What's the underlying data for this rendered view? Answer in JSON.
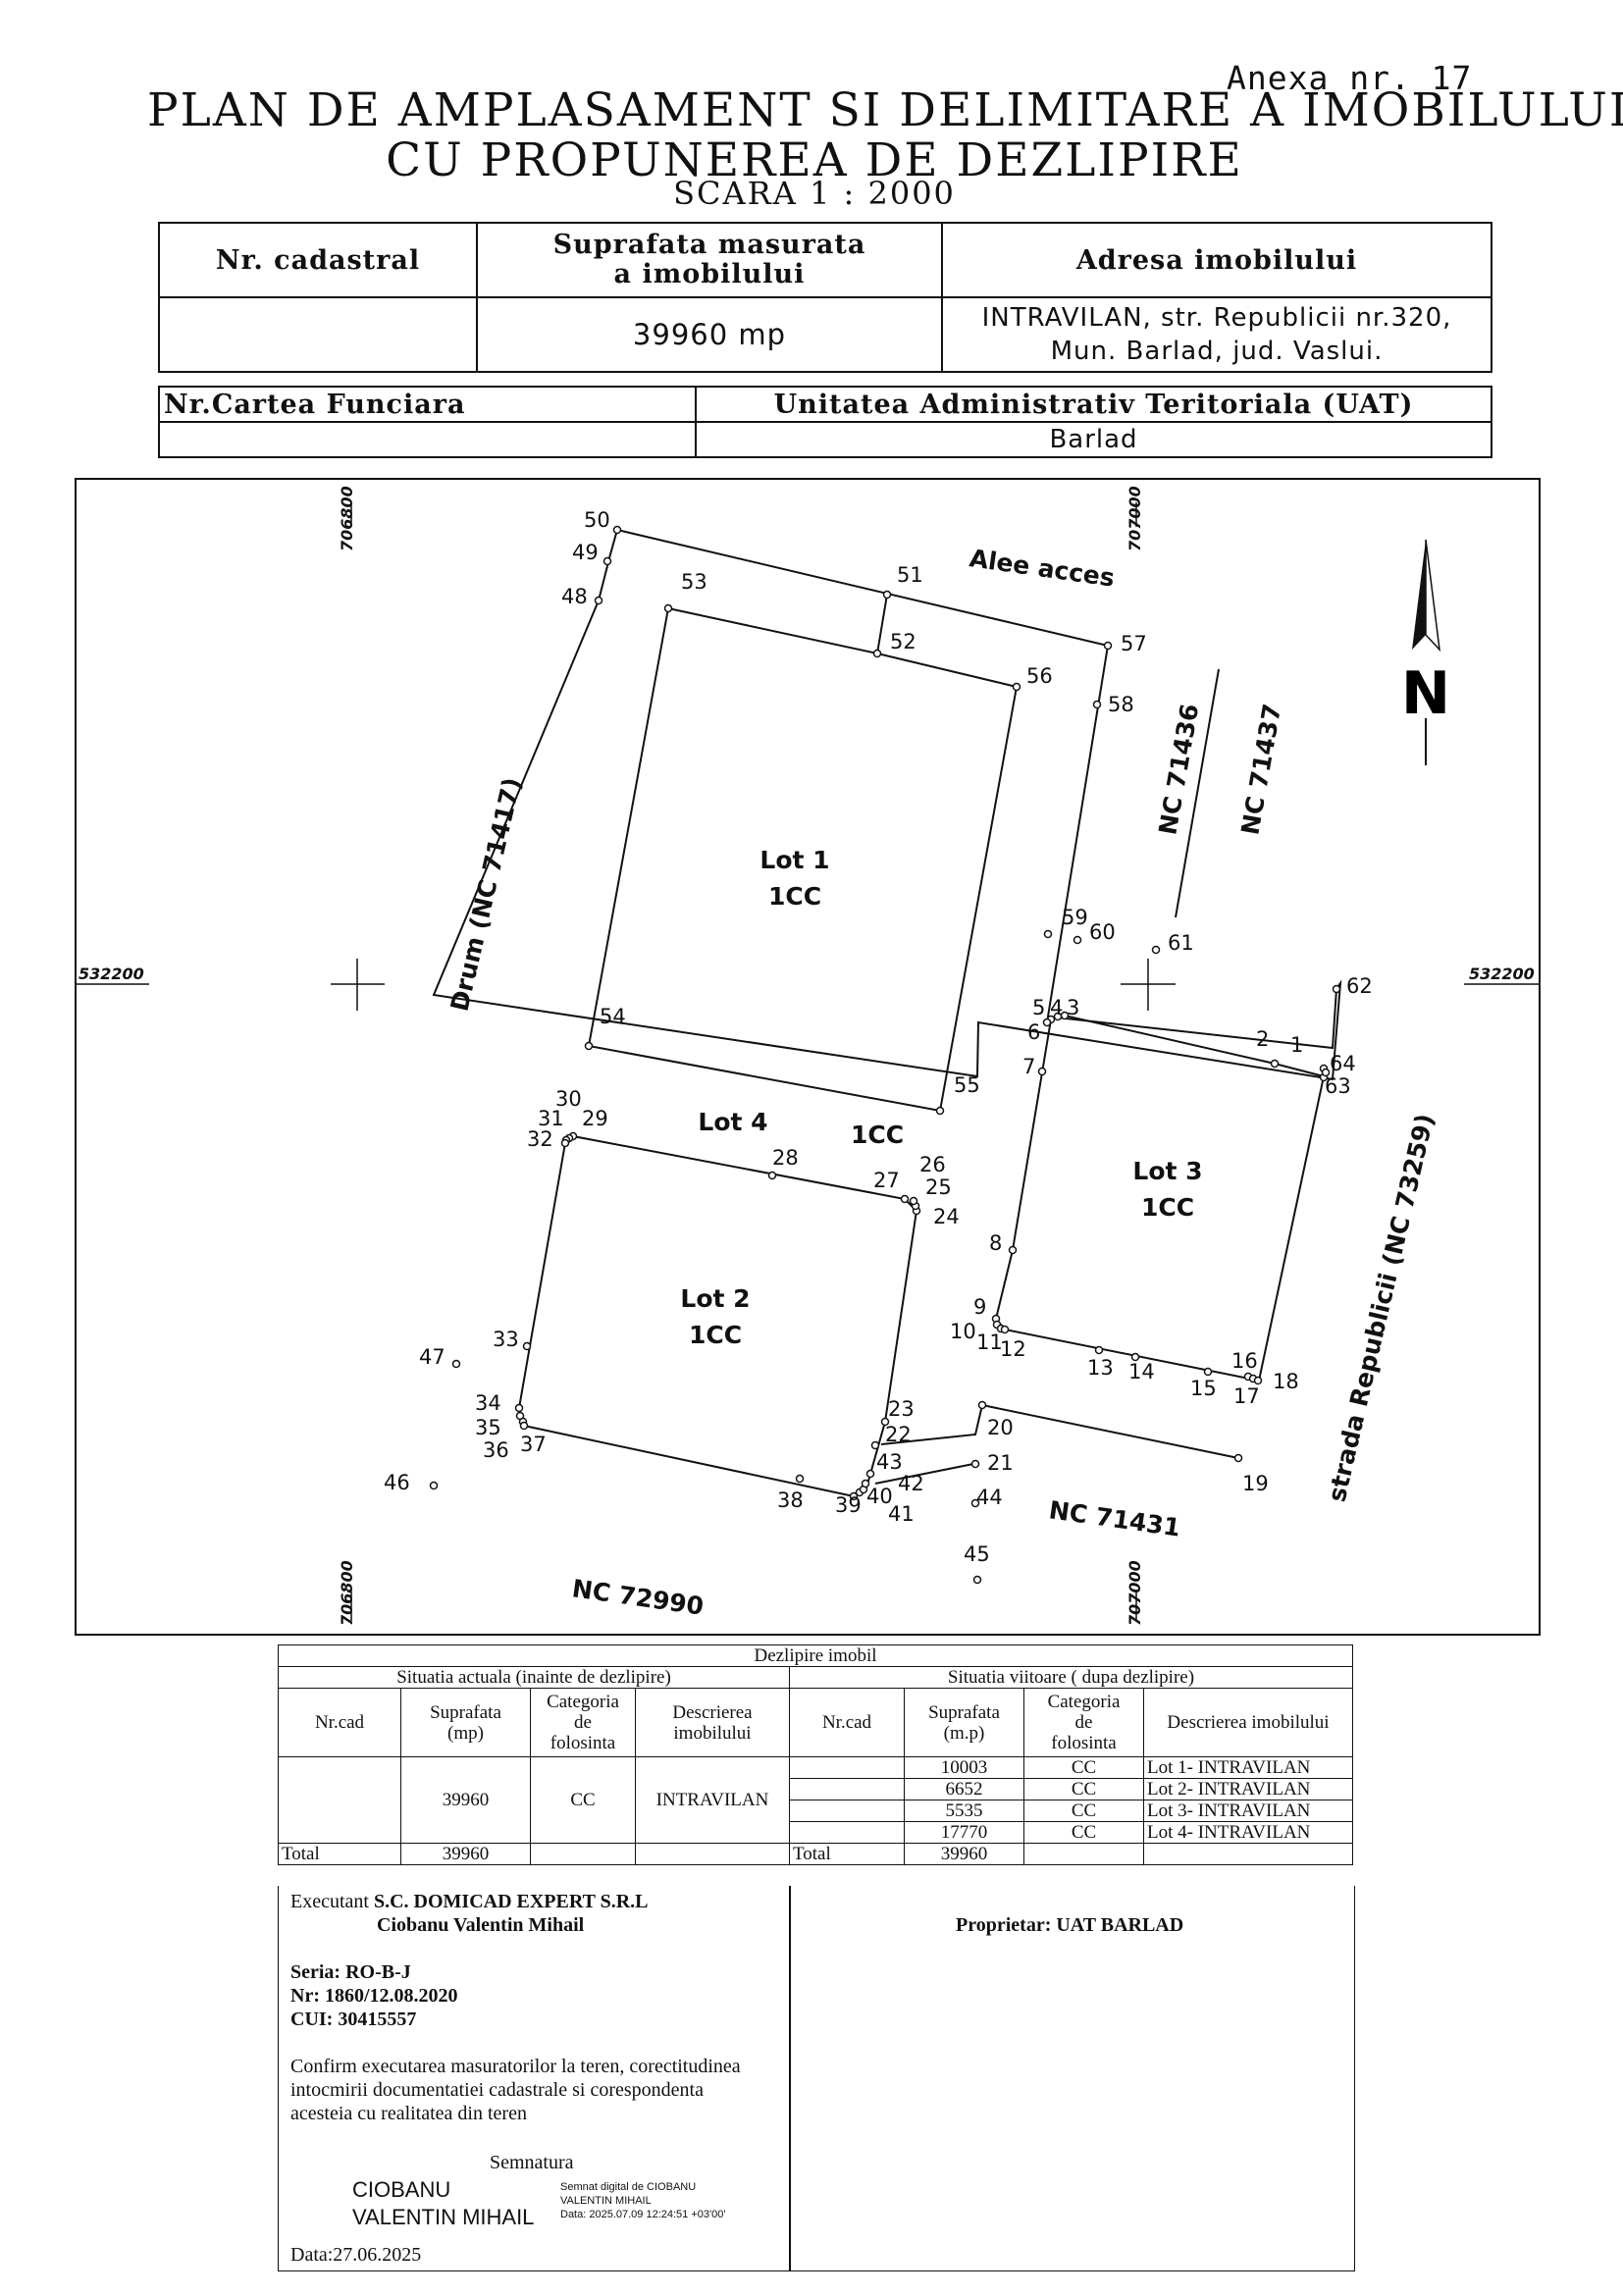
{
  "header": {
    "anexa": "Anexa nr. 17",
    "title_line1": "PLAN DE AMPLASAMENT SI DELIMITARE A IMOBILULUI",
    "title_line2": "CU PROPUNEREA DE DEZLIPIRE",
    "scale": "SCARA 1 : 2000"
  },
  "info": {
    "col1_header": "Nr. cadastral",
    "col2_header_l1": "Suprafata masurata",
    "col2_header_l2": "a imobilului",
    "col3_header": "Adresa imobilului",
    "nr_cadastral": "",
    "suprafata": "39960 mp",
    "adresa_l1": "INTRAVILAN, str. Republicii nr.320,",
    "adresa_l2": "Mun. Barlad, jud. Vaslui.",
    "cf_header": "Nr.Cartea Funciara",
    "uat_header": "Unitatea Administrativ Teritoriala (UAT)",
    "cf_value": "",
    "uat_value": "Barlad"
  },
  "map": {
    "grid_labels": {
      "top_left": "706800",
      "top_right": "707000",
      "bottom_left": "706800",
      "bottom_right": "707000",
      "left_mid": "532200",
      "right_mid": "532200"
    },
    "north": "N",
    "labels": {
      "alee": "Alee acces",
      "drum": "Drum (NC 71417)",
      "nc71436": "NC 71436",
      "nc71437": "NC 71437",
      "strada": "strada Republicii (NC 73259)",
      "nc71431": "NC 71431",
      "nc72990": "NC 72990",
      "lot1": "Lot 1",
      "lot1cc": "1CC",
      "lot2": "Lot 2",
      "lot2cc": "1CC",
      "lot3": "Lot 3",
      "lot3cc": "1CC",
      "lot4": "Lot 4",
      "lot4cc": "1CC"
    },
    "points": [
      "1",
      "2",
      "3",
      "4",
      "5",
      "6",
      "7",
      "8",
      "9",
      "10",
      "11",
      "12",
      "13",
      "14",
      "15",
      "16",
      "17",
      "18",
      "19",
      "20",
      "21",
      "22",
      "23",
      "24",
      "25",
      "26",
      "27",
      "28",
      "29",
      "30",
      "31",
      "32",
      "33",
      "34",
      "35",
      "36",
      "37",
      "38",
      "39",
      "40",
      "41",
      "42",
      "43",
      "44",
      "45",
      "46",
      "47",
      "48",
      "49",
      "50",
      "51",
      "52",
      "53",
      "54",
      "55",
      "56",
      "57",
      "58",
      "59",
      "60",
      "61",
      "62",
      "63",
      "64"
    ]
  },
  "dezlipire": {
    "title": "Dezlipire imobil",
    "actual_header": "Situatia actuala (inainte de dezlipire)",
    "viitoare_header": "Situatia viitoare ( dupa dezlipire)",
    "cols_actual": [
      "Nr.cad",
      "Suprafata\n(mp)",
      "Categoria\nde\nfolosinta",
      "Descrierea\nimobilului"
    ],
    "cols_viitoare": [
      "Nr.cad",
      "Suprafata\n(m.p)",
      "Categoria\nde\nfolosinta",
      "Descrierea imobilului"
    ],
    "actual_row": {
      "nrcad": "",
      "suprafata": "39960",
      "categoria": "CC",
      "descriere": "INTRAVILAN"
    },
    "viitoare_rows": [
      {
        "suprafata": "10003",
        "categoria": "CC",
        "descriere": "Lot 1- INTRAVILAN"
      },
      {
        "suprafata": "6652",
        "categoria": "CC",
        "descriere": "Lot 2- INTRAVILAN"
      },
      {
        "suprafata": "5535",
        "categoria": "CC",
        "descriere": "Lot 3- INTRAVILAN"
      },
      {
        "suprafata": "17770",
        "categoria": "CC",
        "descriere": "Lot 4- INTRAVILAN"
      }
    ],
    "total_label": "Total",
    "total_actual": "39960",
    "total_viitoare": "39960"
  },
  "executant": {
    "label": "Executant",
    "firm": "S.C. DOMICAD EXPERT S.R.L",
    "person": "Ciobanu Valentin Mihail",
    "seria": "Seria: RO-B-J",
    "nr": "Nr: 1860/12.08.2020",
    "cui": "CUI: 30415557",
    "confirm_l1": "Confirm executarea masuratorilor la teren, corectitudinea",
    "confirm_l2": "intocmirii documentatiei cadastrale si corespondenta",
    "confirm_l3": "acesteia cu realitatea din teren",
    "semnatura": "Semnatura",
    "sig_name_l1": "CIOBANU",
    "sig_name_l2": "VALENTIN MIHAIL",
    "sig_digital_l1": "Semnat digital de CIOBANU",
    "sig_digital_l2": "VALENTIN MIHAIL",
    "sig_digital_l3": "Data: 2025.07.09 12:24:51 +03'00'",
    "data": "Data:27.06.2025"
  },
  "proprietar": "Proprietar: UAT BARLAD"
}
